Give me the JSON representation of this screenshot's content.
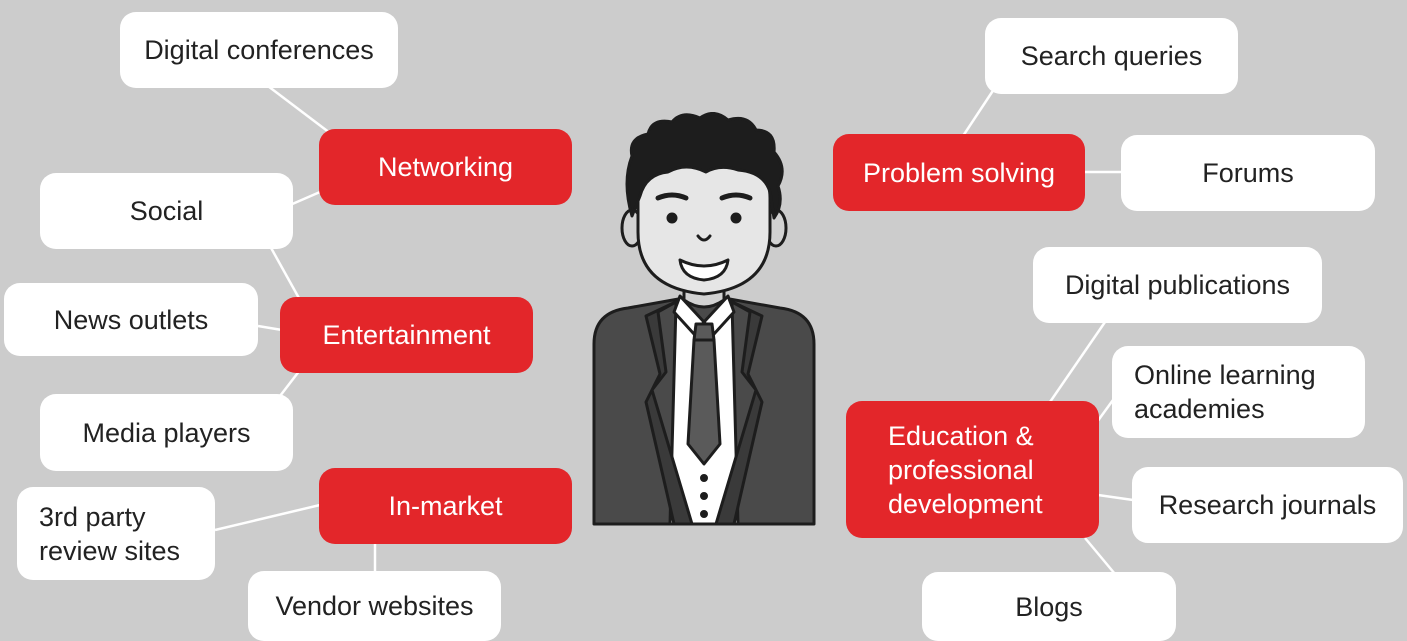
{
  "colors": {
    "background": "#cccccc",
    "hub_fill": "#e3262a",
    "leaf_fill": "#ffffff",
    "connector": "#ffffff"
  },
  "person_icon": "businessman-avatar-icon",
  "hubs": {
    "networking": "Networking",
    "entertainment": "Entertainment",
    "in_market": "In-market",
    "problem_solving": "Problem solving",
    "education": "Education &\nprofessional\ndevelopment"
  },
  "leaves": {
    "digital_conferences": "Digital conferences",
    "social": "Social",
    "news_outlets": "News outlets",
    "media_players": "Media players",
    "third_party_review": "3rd party\nreview sites",
    "vendor_websites": "Vendor websites",
    "search_queries": "Search queries",
    "forums": "Forums",
    "digital_publications": "Digital publications",
    "online_learning": "Online learning\nacademies",
    "research_journals": "Research journals",
    "blogs": "Blogs"
  }
}
